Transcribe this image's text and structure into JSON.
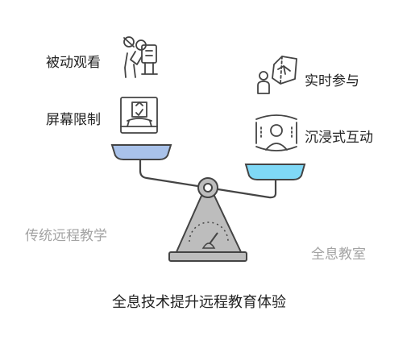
{
  "left_side": {
    "group_label": "传统远程教学",
    "items": [
      {
        "label": "被动观看",
        "icon": "person-at-desk-icon"
      },
      {
        "label": "屏幕限制",
        "icon": "screen-frame-icon"
      }
    ],
    "pan_color": "#a9c2ea"
  },
  "right_side": {
    "group_label": "全息教室",
    "items": [
      {
        "label": "实时参与",
        "icon": "person-with-cube-icon"
      },
      {
        "label": "沉浸式互动",
        "icon": "immersive-person-icon"
      }
    ],
    "pan_color": "#7fd8f6"
  },
  "caption": "全息技术提升远程教育体验",
  "colors": {
    "stroke": "#444444",
    "base": "#bdbdbd",
    "muted_text": "#a3a3a3"
  }
}
